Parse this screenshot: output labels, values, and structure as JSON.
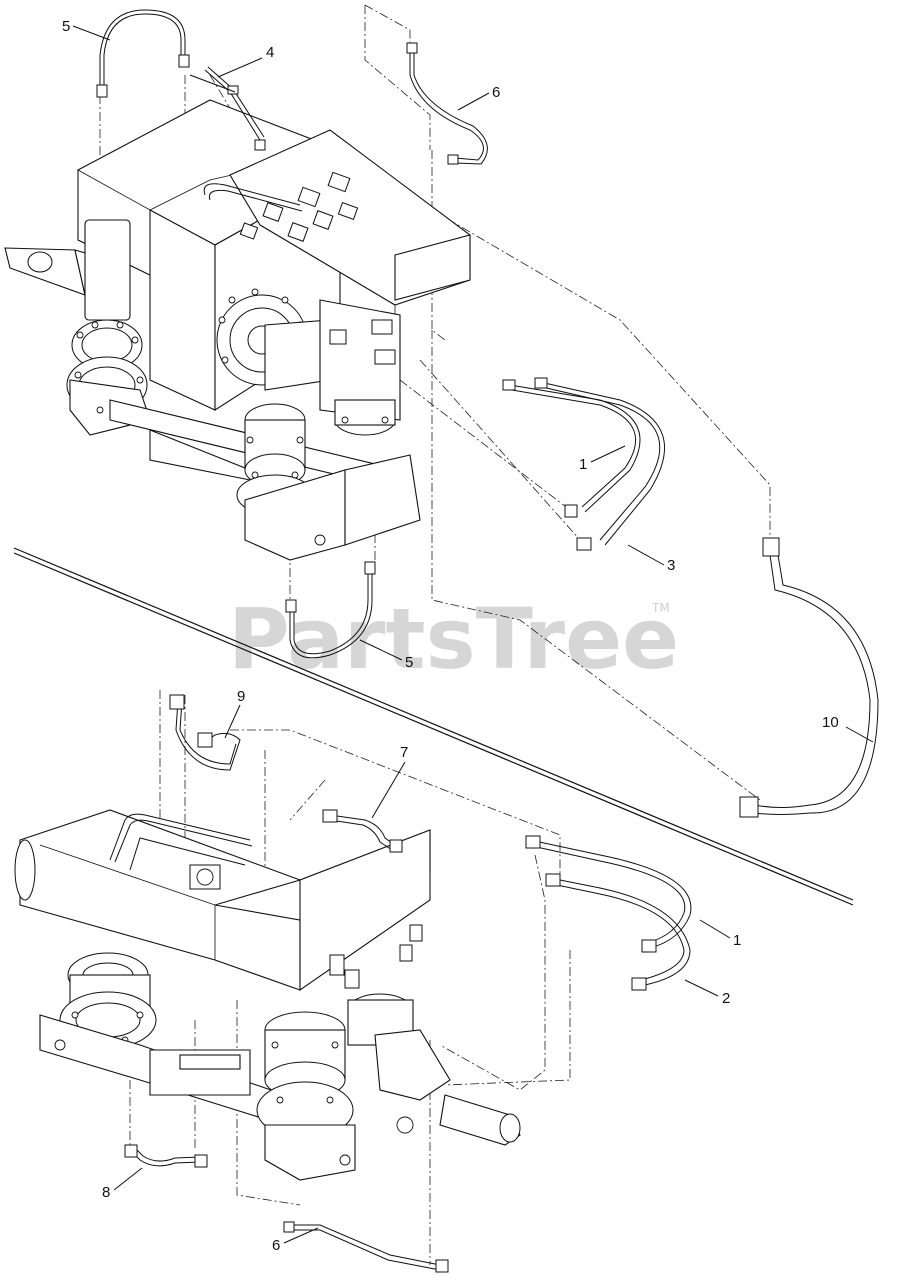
{
  "watermark": {
    "text": "PartsTree",
    "mark": "TM"
  },
  "callouts": [
    {
      "id": "top-5",
      "label": "5"
    },
    {
      "id": "top-4",
      "label": "4"
    },
    {
      "id": "top-6",
      "label": "6"
    },
    {
      "id": "top-1",
      "label": "1"
    },
    {
      "id": "top-3",
      "label": "3"
    },
    {
      "id": "mid-5",
      "label": "5"
    },
    {
      "id": "top-10",
      "label": "10"
    },
    {
      "id": "bot-9",
      "label": "9"
    },
    {
      "id": "bot-7",
      "label": "7"
    },
    {
      "id": "bot-1",
      "label": "1"
    },
    {
      "id": "bot-2",
      "label": "2"
    },
    {
      "id": "bot-8",
      "label": "8"
    },
    {
      "id": "bot-6",
      "label": "6"
    }
  ]
}
